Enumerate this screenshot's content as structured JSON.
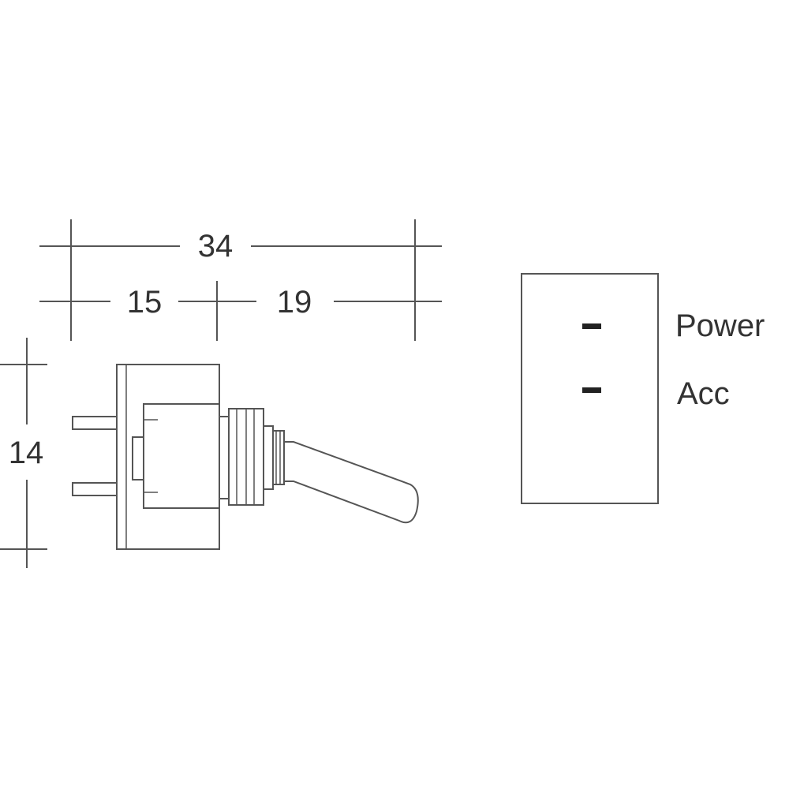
{
  "dimensions": {
    "overall_length": "34",
    "body_length": "15",
    "lever_length": "19",
    "height": "14"
  },
  "terminals": {
    "power_label": "Power",
    "acc_label": "Acc"
  }
}
